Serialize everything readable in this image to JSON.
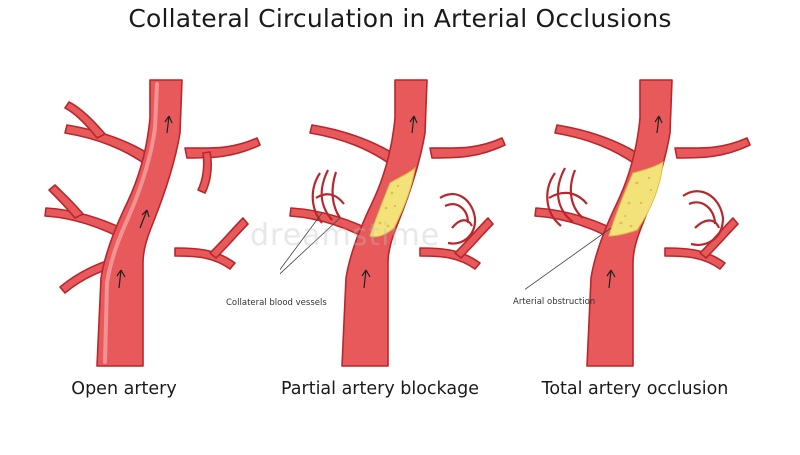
{
  "title": "Collateral Circulation in Arterial Occlusions",
  "panels": [
    {
      "caption": "Open artery"
    },
    {
      "caption": "Partial artery blockage"
    },
    {
      "caption": "Total artery occlusion"
    }
  ],
  "annotations": {
    "collateral": "Collateral blood vessels",
    "obstruction": "Arterial obstruction"
  },
  "watermark": "dreamstime",
  "colors": {
    "vessel_fill": "#e8595b",
    "vessel_outline": "#b8272c",
    "vessel_highlight": "#f4a0a0",
    "plaque": "#f3e27a",
    "plaque_dots": "#d9c04a"
  }
}
